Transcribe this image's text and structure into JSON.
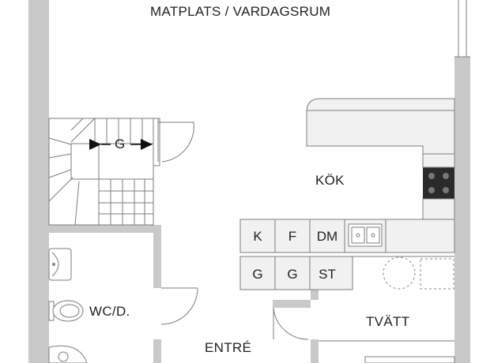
{
  "rooms": {
    "living_dining": "MATPLATS / VARDAGSRUM",
    "kitchen": "KÖK",
    "wc": "WC/D.",
    "laundry": "TVÄTT",
    "entrance": "ENTRÉ"
  },
  "stair": {
    "label": "G"
  },
  "cabinets": {
    "row1": [
      "K",
      "F",
      "DM"
    ],
    "row2": [
      "G",
      "G",
      "ST"
    ]
  }
}
